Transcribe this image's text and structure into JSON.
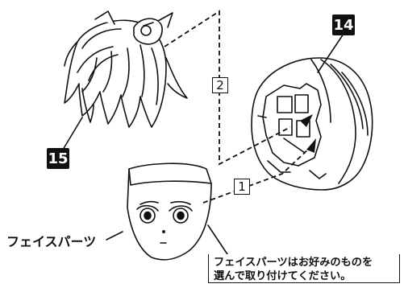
{
  "parts": {
    "hair_back_number": "14",
    "hair_front_number": "15"
  },
  "steps": {
    "step_1": "1",
    "step_2": "2"
  },
  "face_part": {
    "label": "フェイスパーツ"
  },
  "note": {
    "line1": "フェイスパーツはお好みのものを",
    "line2": "選んで取り付けてください。"
  }
}
